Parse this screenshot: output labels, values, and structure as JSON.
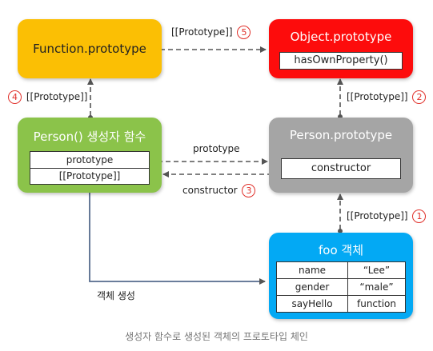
{
  "function_prototype": {
    "title": "Function.prototype",
    "color": "#fbbf04"
  },
  "object_prototype": {
    "title": "Object.prototype",
    "method": "hasOwnProperty()",
    "color": "#fd0c0c"
  },
  "person_constructor": {
    "title": "Person() 생성자 함수",
    "props": [
      "prototype",
      "[[Prototype]]"
    ],
    "color": "#8bc34a"
  },
  "person_prototype": {
    "title": "Person.prototype",
    "prop": "constructor",
    "color": "#a5a5a5"
  },
  "foo": {
    "title": "foo 객체",
    "color": "#03a9f4",
    "rows": [
      {
        "key": "name",
        "value": "“Lee”"
      },
      {
        "key": "gender",
        "value": "“male”"
      },
      {
        "key": "sayHello",
        "value": "function"
      }
    ]
  },
  "edges": {
    "e5": {
      "label": "[[Prototype]]",
      "num": "5"
    },
    "e4": {
      "label": "[[Prototype]]",
      "num": "4"
    },
    "e2": {
      "label": "[[Prototype]]",
      "num": "2"
    },
    "e1": {
      "label": "[[Prototype]]",
      "num": "1"
    },
    "prototype": {
      "label": "prototype"
    },
    "e3": {
      "label": "constructor",
      "num": "3"
    },
    "create": {
      "label": "객체 생성"
    }
  },
  "caption": "생성자 함수로 생성된 객체의 프로토타입 체인"
}
